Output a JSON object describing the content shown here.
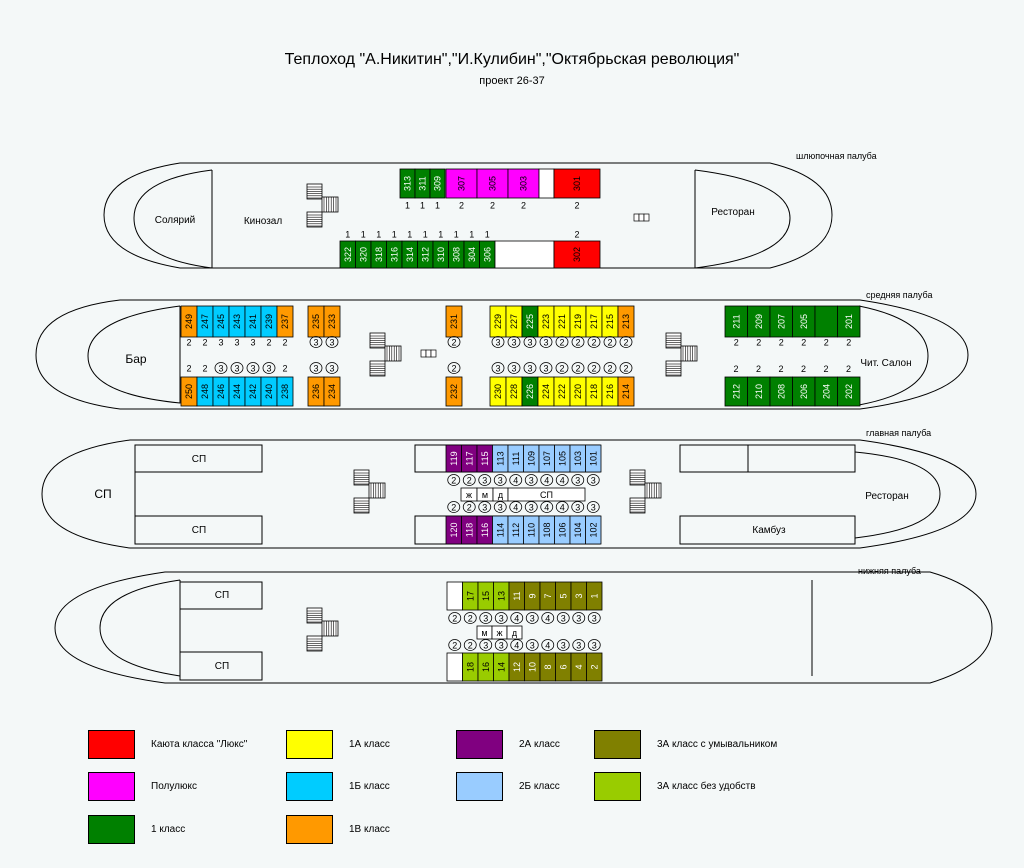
{
  "title": "Теплоход \"А.Никитин\",\"И.Кулибин\",\"Октябрьская революция\"",
  "subtitle": "проект 26-37",
  "colors": {
    "lux": "#ff0000",
    "semilux": "#ff00ff",
    "first": "#008000",
    "c1a": "#ffff00",
    "c1b": "#00ccff",
    "c1v": "#ff9900",
    "c2a": "#800080",
    "c2b": "#99ccff",
    "c3a": "#808000",
    "c3b": "#99cc00",
    "blank": "#ffffff"
  },
  "decks": {
    "boat": {
      "name": "шлюпочная палуба",
      "rooms": {
        "solarium": "Солярий",
        "cinema": "Кинозал",
        "restaurant": "Ресторан"
      },
      "upper": [
        [
          "313",
          "first",
          "1"
        ],
        [
          "311",
          "first",
          "1"
        ],
        [
          "309",
          "first",
          "1"
        ],
        [
          "307",
          "semilux",
          "2"
        ],
        [
          "305",
          "semilux",
          "2"
        ],
        [
          "303",
          "semilux",
          "2"
        ],
        [
          "",
          "blank",
          ""
        ],
        [
          "301",
          "lux",
          "2"
        ]
      ],
      "lower": [
        [
          "322",
          "first",
          "1"
        ],
        [
          "320",
          "first",
          "1"
        ],
        [
          "318",
          "first",
          "1"
        ],
        [
          "316",
          "first",
          "1"
        ],
        [
          "314",
          "first",
          "1"
        ],
        [
          "312",
          "first",
          "1"
        ],
        [
          "310",
          "first",
          "1"
        ],
        [
          "308",
          "first",
          "1"
        ],
        [
          "304",
          "first",
          "1"
        ],
        [
          "306",
          "first",
          "1"
        ],
        [
          "",
          "blank",
          ""
        ],
        [
          "302",
          "lux",
          "2"
        ]
      ]
    },
    "middle": {
      "name": "средняя палуба",
      "rooms": {
        "bar": "Бар",
        "salon": "Чит. Салон"
      },
      "top_left": [
        [
          "249",
          "c1v",
          "2"
        ],
        [
          "247",
          "c1b",
          "2"
        ],
        [
          "245",
          "c1b",
          "3"
        ],
        [
          "243",
          "c1b",
          "3"
        ],
        [
          "241",
          "c1b",
          "3"
        ],
        [
          "239",
          "c1b",
          "2"
        ],
        [
          "237",
          "c1v",
          "2"
        ]
      ],
      "top_left2": [
        [
          "235",
          "c1v",
          "3"
        ],
        [
          "233",
          "c1v",
          "3"
        ]
      ],
      "top_mid": [
        [
          "231",
          "c1v",
          "2"
        ]
      ],
      "top_right": [
        [
          "229",
          "c1a",
          "3"
        ],
        [
          "227",
          "c1a",
          "3"
        ],
        [
          "225",
          "first",
          "3"
        ],
        [
          "223",
          "c1a",
          "3"
        ],
        [
          "221",
          "c1a",
          "2"
        ],
        [
          "219",
          "c1a",
          "2"
        ],
        [
          "217",
          "c1a",
          "2"
        ],
        [
          "215",
          "c1a",
          "2"
        ],
        [
          "213",
          "c1v",
          "2"
        ]
      ],
      "top_fwd": [
        [
          "211",
          "first",
          "2"
        ],
        [
          "209",
          "first",
          "2"
        ],
        [
          "207",
          "first",
          "2"
        ],
        [
          "205",
          "first",
          "2"
        ],
        [
          "",
          "first",
          "2"
        ],
        [
          "201",
          "first",
          "2"
        ]
      ],
      "bot_left": [
        [
          "250",
          "c1v",
          ""
        ],
        [
          "248",
          "c1b",
          ""
        ],
        [
          "246",
          "c1b",
          ""
        ],
        [
          "244",
          "c1b",
          ""
        ],
        [
          "242",
          "c1b",
          ""
        ],
        [
          "240",
          "c1b",
          ""
        ],
        [
          "238",
          "c1b",
          ""
        ]
      ],
      "bot_left2": [
        [
          "236",
          "c1v",
          ""
        ],
        [
          "234",
          "c1v",
          ""
        ]
      ],
      "bot_mid": [
        [
          "232",
          "c1v",
          ""
        ]
      ],
      "bot_right": [
        [
          "230",
          "c1a",
          ""
        ],
        [
          "228",
          "c1a",
          ""
        ],
        [
          "226",
          "first",
          ""
        ],
        [
          "224",
          "c1a",
          ""
        ],
        [
          "222",
          "c1a",
          ""
        ],
        [
          "220",
          "c1a",
          ""
        ],
        [
          "218",
          "c1a",
          ""
        ],
        [
          "216",
          "c1a",
          ""
        ],
        [
          "214",
          "c1v",
          ""
        ]
      ],
      "bot_fwd": [
        [
          "212",
          "first",
          ""
        ],
        [
          "210",
          "first",
          ""
        ],
        [
          "208",
          "first",
          ""
        ],
        [
          "206",
          "first",
          ""
        ],
        [
          "204",
          "first",
          ""
        ],
        [
          "202",
          "first",
          ""
        ]
      ]
    },
    "main": {
      "name": "главная палуба",
      "rooms": {
        "sp": "СП",
        "restaurant": "Ресторан",
        "galley": "Камбуз",
        "zh": "ж",
        "m": "м",
        "d": "д"
      },
      "top": [
        [
          "119",
          "c2a",
          "2"
        ],
        [
          "117",
          "c2a",
          "2"
        ],
        [
          "115",
          "c2a",
          "3"
        ],
        [
          "113",
          "c2b",
          "3"
        ],
        [
          "111",
          "c2b",
          "4"
        ],
        [
          "109",
          "c2b",
          "3"
        ],
        [
          "107",
          "c2b",
          "4"
        ],
        [
          "105",
          "c2b",
          "4"
        ],
        [
          "103",
          "c2b",
          "3"
        ],
        [
          "101",
          "c2b",
          "3"
        ]
      ],
      "bottom": [
        [
          "120",
          "c2a",
          "2"
        ],
        [
          "118",
          "c2a",
          "2"
        ],
        [
          "116",
          "c2a",
          "3"
        ],
        [
          "114",
          "c2b",
          "3"
        ],
        [
          "112",
          "c2b",
          "4"
        ],
        [
          "110",
          "c2b",
          "3"
        ],
        [
          "108",
          "c2b",
          "4"
        ],
        [
          "106",
          "c2b",
          "4"
        ],
        [
          "104",
          "c2b",
          "3"
        ],
        [
          "102",
          "c2b",
          "3"
        ]
      ]
    },
    "lower": {
      "name": "нижняя палуба",
      "rooms": {
        "sp": "СП",
        "m": "м",
        "zh": "ж",
        "d": "д"
      },
      "top": [
        [
          "",
          "blank",
          "2"
        ],
        [
          "17",
          "c3b",
          "2"
        ],
        [
          "15",
          "c3b",
          "3"
        ],
        [
          "13",
          "c3b",
          "3"
        ],
        [
          "11",
          "c3a",
          "4"
        ],
        [
          "9",
          "c3a",
          "3"
        ],
        [
          "7",
          "c3a",
          "4"
        ],
        [
          "5",
          "c3a",
          "3"
        ],
        [
          "3",
          "c3a",
          "3"
        ],
        [
          "1",
          "c3a",
          "3"
        ]
      ],
      "bottom": [
        [
          "",
          "blank",
          "2"
        ],
        [
          "18",
          "c3b",
          "2"
        ],
        [
          "16",
          "c3b",
          "3"
        ],
        [
          "14",
          "c3b",
          "3"
        ],
        [
          "12",
          "c3a",
          "4"
        ],
        [
          "10",
          "c3a",
          "3"
        ],
        [
          "8",
          "c3a",
          "4"
        ],
        [
          "6",
          "c3a",
          "3"
        ],
        [
          "4",
          "c3a",
          "3"
        ],
        [
          "2",
          "c3a",
          "3"
        ]
      ]
    }
  },
  "legend": [
    {
      "label": "Каюта класса \"Люкс\"",
      "color": "#ff0000"
    },
    {
      "label": "Полулюкс",
      "color": "#ff00ff"
    },
    {
      "label": "1 класс",
      "color": "#008000"
    },
    {
      "label": "1А класс",
      "color": "#ffff00"
    },
    {
      "label": "1Б класс",
      "color": "#00ccff"
    },
    {
      "label": "1В класс",
      "color": "#ff9900"
    },
    {
      "label": "2А класс",
      "color": "#800080"
    },
    {
      "label": "2Б класс",
      "color": "#99ccff"
    },
    {
      "label": "3А класс с умывальником",
      "color": "#808000"
    },
    {
      "label": "3А класс без удобств",
      "color": "#99cc00"
    }
  ]
}
